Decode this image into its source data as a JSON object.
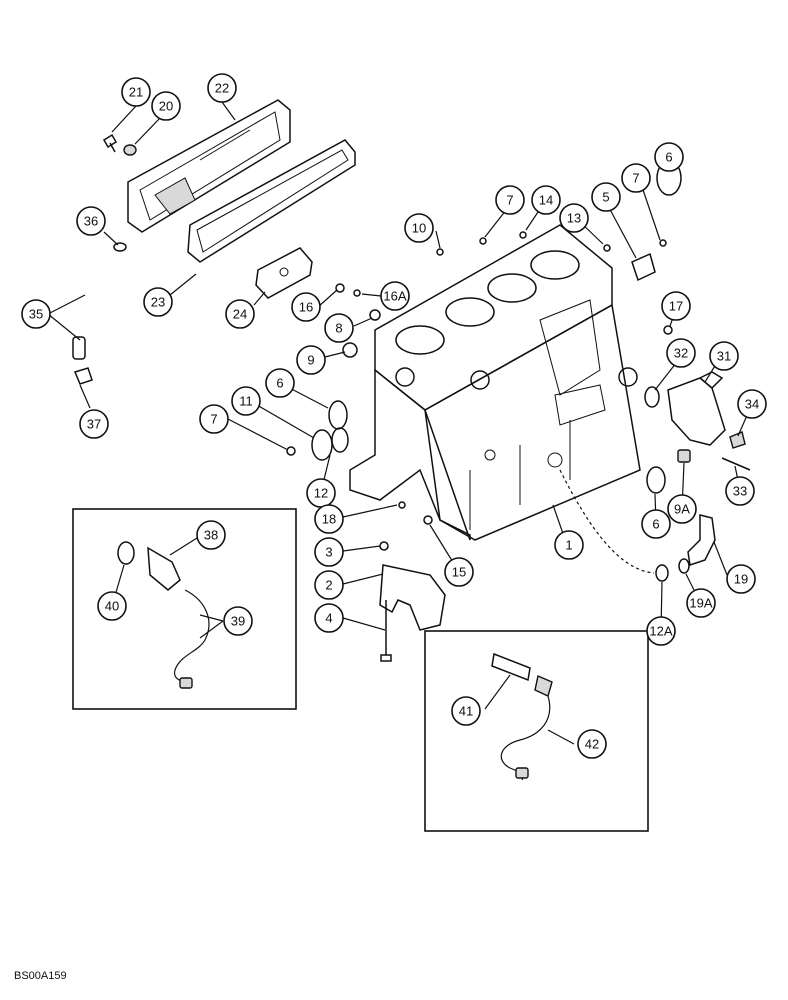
{
  "figure": {
    "code": "BS00A159"
  },
  "callouts": [
    {
      "id": "c-21",
      "label": "21"
    },
    {
      "id": "c-20",
      "label": "20"
    },
    {
      "id": "c-22",
      "label": "22"
    },
    {
      "id": "c-36",
      "label": "36"
    },
    {
      "id": "c-35",
      "label": "35"
    },
    {
      "id": "c-37",
      "label": "37"
    },
    {
      "id": "c-23",
      "label": "23"
    },
    {
      "id": "c-24",
      "label": "24"
    },
    {
      "id": "c-16",
      "label": "16"
    },
    {
      "id": "c-16A",
      "label": "16A"
    },
    {
      "id": "c-8",
      "label": "8"
    },
    {
      "id": "c-9",
      "label": "9"
    },
    {
      "id": "c-10",
      "label": "10"
    },
    {
      "id": "c-7a",
      "label": "7"
    },
    {
      "id": "c-14",
      "label": "14"
    },
    {
      "id": "c-13",
      "label": "13"
    },
    {
      "id": "c-5",
      "label": "5"
    },
    {
      "id": "c-7b",
      "label": "7"
    },
    {
      "id": "c-6a",
      "label": "6"
    },
    {
      "id": "c-17",
      "label": "17"
    },
    {
      "id": "c-32",
      "label": "32"
    },
    {
      "id": "c-31",
      "label": "31"
    },
    {
      "id": "c-34",
      "label": "34"
    },
    {
      "id": "c-33",
      "label": "33"
    },
    {
      "id": "c-9A",
      "label": "9A"
    },
    {
      "id": "c-6b",
      "label": "6"
    },
    {
      "id": "c-6c",
      "label": "6"
    },
    {
      "id": "c-11",
      "label": "11"
    },
    {
      "id": "c-7c",
      "label": "7"
    },
    {
      "id": "c-12",
      "label": "12"
    },
    {
      "id": "c-18",
      "label": "18"
    },
    {
      "id": "c-3",
      "label": "3"
    },
    {
      "id": "c-2",
      "label": "2"
    },
    {
      "id": "c-4",
      "label": "4"
    },
    {
      "id": "c-15",
      "label": "15"
    },
    {
      "id": "c-1",
      "label": "1"
    },
    {
      "id": "c-19",
      "label": "19"
    },
    {
      "id": "c-19A",
      "label": "19A"
    },
    {
      "id": "c-12A",
      "label": "12A"
    },
    {
      "id": "c-38",
      "label": "38"
    },
    {
      "id": "c-40",
      "label": "40"
    },
    {
      "id": "c-39",
      "label": "39"
    },
    {
      "id": "c-41",
      "label": "41"
    },
    {
      "id": "c-42",
      "label": "42"
    }
  ]
}
